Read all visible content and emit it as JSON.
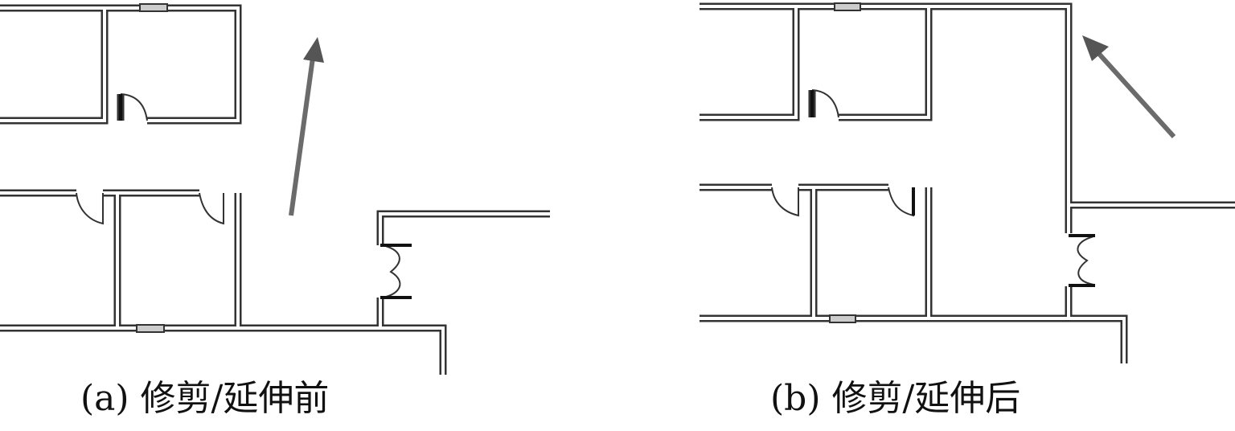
{
  "panels": [
    {
      "id": "a",
      "caption": "(a) 修剪/延伸前"
    },
    {
      "id": "b",
      "caption": "(b) 修剪/延伸后"
    }
  ],
  "colors": {
    "wall": "#333333",
    "arrow": "#6b6b6b",
    "window": "#cccccc"
  }
}
